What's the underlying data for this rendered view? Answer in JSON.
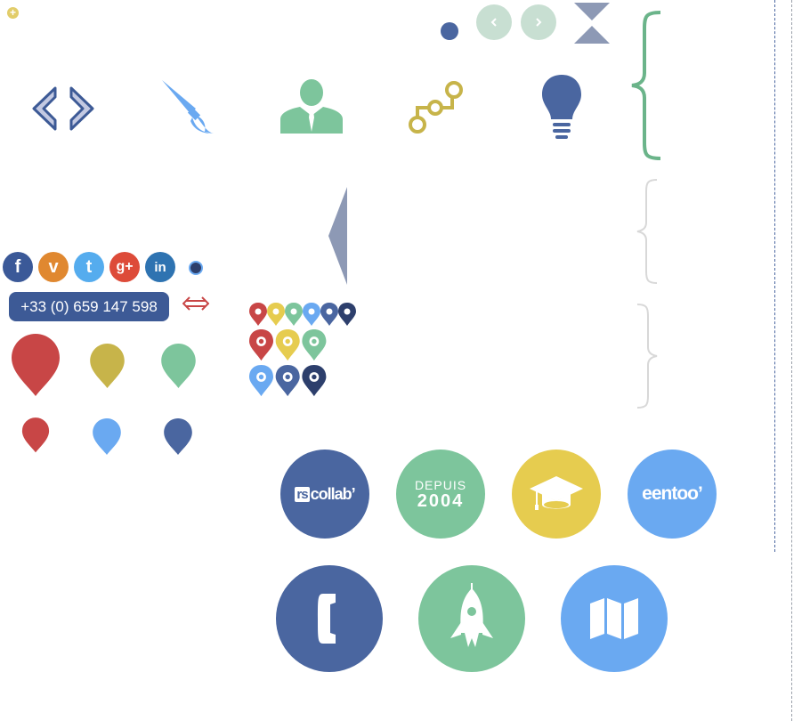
{
  "phone": {
    "number": "+33 (0) 659 147 598"
  },
  "social": [
    {
      "id": "facebook",
      "glyph": "f",
      "color": "#3b5998"
    },
    {
      "id": "viadeo",
      "glyph": "v",
      "color": "#e08830"
    },
    {
      "id": "twitter",
      "glyph": "t",
      "color": "#55acee"
    },
    {
      "id": "googleplus",
      "glyph": "g+",
      "color": "#dd4b39"
    },
    {
      "id": "linkedin",
      "glyph": "in",
      "color": "#2e73b1"
    }
  ],
  "badges": {
    "rscollab": {
      "prefix": "rs",
      "text": "collab’"
    },
    "depuis": {
      "line1": "DEPUIS",
      "line2": "2004"
    },
    "eentoo": {
      "text": "eentoo’"
    }
  },
  "colors": {
    "navy": "#4a66a0",
    "green": "#7dc59c",
    "blue": "#6aa9f1",
    "gold": "#c7b44a",
    "yellow": "#e6cc4f",
    "red": "#c84646",
    "slate": "#8d99b5",
    "dark_navy": "#2d3f6c"
  },
  "icons": [
    "code-icon",
    "brush-icon",
    "user-icon",
    "path-icon",
    "bulb-icon",
    "phone-icon",
    "rocket-icon",
    "map-icon",
    "graduation-cap-icon",
    "plus-icon",
    "chevron-left-icon",
    "chevron-right-icon",
    "hourglass-icon",
    "double-arrow-icon",
    "left-triangle-icon"
  ]
}
